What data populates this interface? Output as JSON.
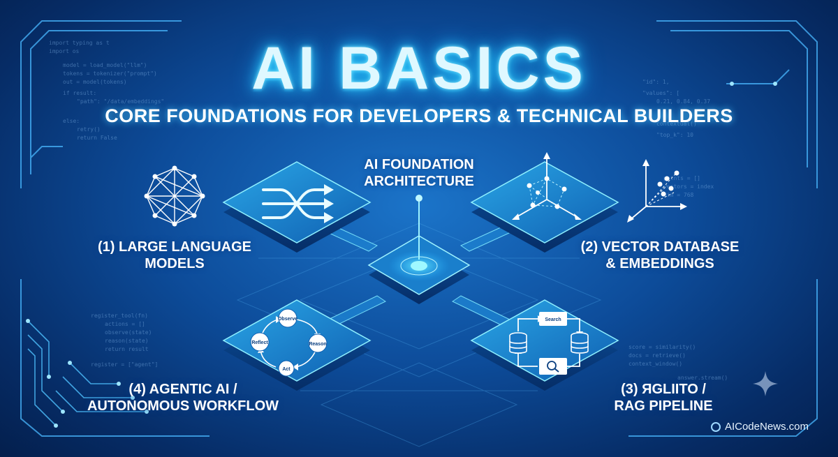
{
  "title": "AI BASICS",
  "subtitle": "CORE FOUNDATIONS FOR DEVELOPERS & TECHNICAL BUILDERS",
  "center_label": [
    "AI FOUNDATION",
    "ARCHITECTURE"
  ],
  "nodes": [
    {
      "id": "llm",
      "label_lines": [
        "(1) LARGE LANGUAGE",
        "MODELS"
      ],
      "icon": "shuffle-arrows-icon"
    },
    {
      "id": "vector",
      "label_lines": [
        "(2) VECTOR DATABASE",
        "& EMBEDDINGS"
      ],
      "icon": "3d-axes-scatter-icon"
    },
    {
      "id": "rag",
      "label_lines": [
        "(3)  ЯGLIITO /",
        "RAG PIPELINE"
      ],
      "icon": "rag-flow-icon",
      "flow": {
        "search": "Search"
      }
    },
    {
      "id": "agentic",
      "label_lines": [
        "(4) AGENTIC AI /",
        "AUTONOMOUS WORKFLOW"
      ],
      "icon": "agent-loop-icon",
      "loop": [
        "Observe",
        "Reason",
        "Act",
        "Reflect"
      ]
    }
  ],
  "brand": "AICodeNews.com",
  "colors": {
    "background": "#0d4c9a",
    "glow": "#2bd1ff",
    "tile_top": "#1a86d0",
    "tile_edge": "#7fe9ff",
    "circuit": "#49b8ff"
  }
}
